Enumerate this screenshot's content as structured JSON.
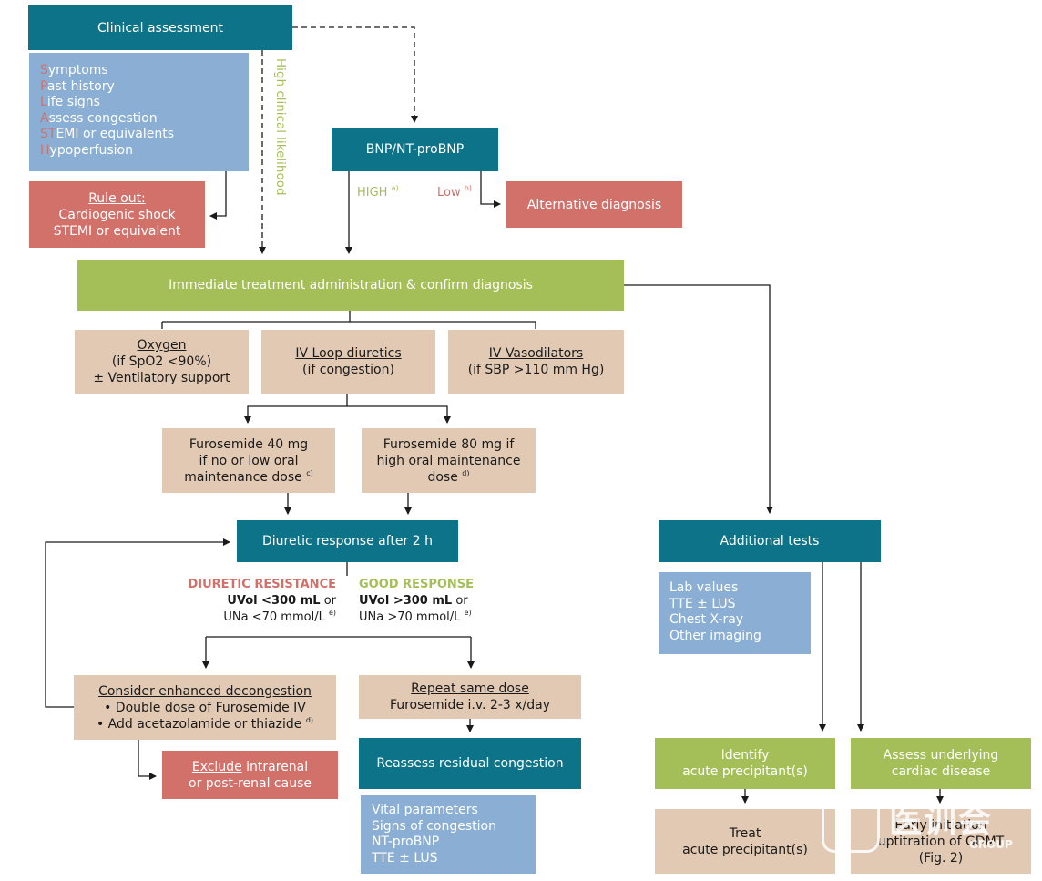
{
  "clinical_assessment": {
    "title": "Clinical assessment",
    "spliths": [
      {
        "letter": "S",
        "rest": "ymptoms"
      },
      {
        "letter": "P",
        "rest": "ast history"
      },
      {
        "letter": "L",
        "rest": "ife signs"
      },
      {
        "letter": "A",
        "rest": "ssess congestion"
      },
      {
        "letter": "ST",
        "rest": "EMI or equivalents"
      },
      {
        "letter": "H",
        "rest": "ypoperfusion"
      }
    ],
    "high_likelihood_label": "High clinical likelihood"
  },
  "rule_out": {
    "title": "Rule out:",
    "line1": "Cardiogenic shock",
    "line2": "STEMI or equivalent"
  },
  "bnp": {
    "title": "BNP/NT-proBNP",
    "high": "HIGH",
    "high_note": "a)",
    "low": "Low",
    "low_note": "b)",
    "alternative": "Alternative diagnosis"
  },
  "immediate": {
    "title": "Immediate treatment administration & confirm diagnosis"
  },
  "treatments": {
    "oxygen": {
      "title": "Oxygen",
      "line1": "(if SpO2 <90%)",
      "line2": "± Ventilatory support"
    },
    "loop": {
      "title": "IV Loop diuretics",
      "line1": "(if congestion)"
    },
    "vaso": {
      "title": "IV Vasodilators",
      "line1": "(if SBP >110 mm Hg)"
    }
  },
  "furosemide": {
    "low": {
      "line1": "Furosemide 40 mg",
      "pre": "if ",
      "emph": "no or low",
      "post": " oral",
      "line3": "maintenance dose",
      "note": "c)"
    },
    "high": {
      "line1": "Furosemide 80 mg if",
      "emph": "high",
      "post": " oral maintenance",
      "line3": "dose",
      "note": "d)"
    }
  },
  "diuretic_response": {
    "title": "Diuretic response after 2 h",
    "resistance": {
      "heading": "DIURETIC RESISTANCE",
      "uvol": "UVol <300 mL",
      "or": " or",
      "una": "UNa <70 mmol/L",
      "note": "e)"
    },
    "good": {
      "heading": "GOOD RESPONSE",
      "uvol": "UVol >300 mL",
      "or": " or",
      "una": "UNa >70 mmol/L",
      "note": "e)"
    }
  },
  "enhanced": {
    "title": "Consider enhanced decongestion",
    "item1": "• Double dose of Furosemide IV",
    "item2": "• Add acetazolamide or thiazide",
    "note": "d)"
  },
  "exclude": {
    "emph": "Exclude",
    "line1_rest": " intrarenal",
    "line2": "or post-renal cause"
  },
  "repeat": {
    "title": "Repeat same dose",
    "line1": "Furosemide i.v. 2-3 x/day"
  },
  "reassess": {
    "title": "Reassess residual congestion",
    "items": [
      "Vital parameters",
      "Signs of congestion",
      "NT-proBNP",
      "TTE ± LUS"
    ]
  },
  "additional": {
    "title": "Additional tests",
    "items": [
      "Lab values",
      "TTE ± LUS",
      "Chest X-ray",
      "Other imaging"
    ]
  },
  "precipitant": {
    "identify_line1": "Identify",
    "identify_line2": "acute precipitant(s)",
    "treat_line1": "Treat",
    "treat_line2": "acute precipitant(s)"
  },
  "cardiac": {
    "assess_line1": "Assess underlying",
    "assess_line2": "cardiac disease",
    "early_line1": "Early initiation",
    "early_line2": "uptitration of GDMT",
    "early_line3": "(Fig. 2)"
  },
  "watermark": {
    "text": "医训会",
    "sub": "GROUP"
  },
  "colors": {
    "teal": "#0d7389",
    "green": "#a5bf58",
    "beige": "#e2c9b3",
    "red": "#d2706a",
    "blue": "#8bafd4"
  }
}
